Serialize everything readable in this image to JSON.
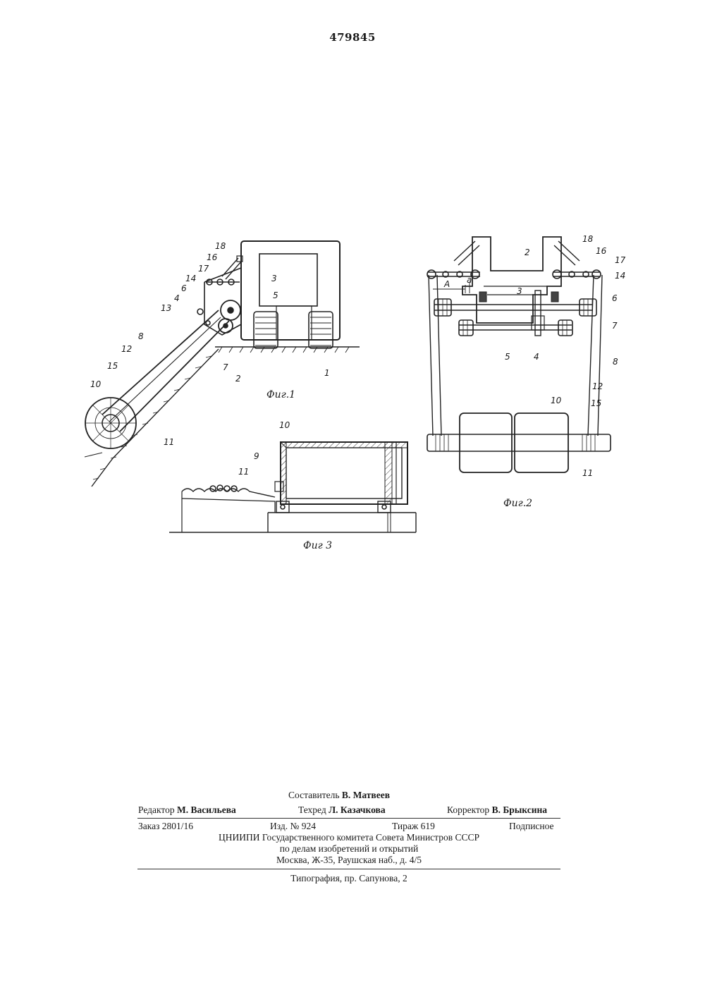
{
  "patent_number": "479845",
  "figures": {
    "fig1": {
      "caption": "Фиг.1",
      "labels": [
        "18",
        "16",
        "17",
        "14",
        "3",
        "6",
        "5",
        "4",
        "13",
        "8",
        "12",
        "15",
        "7",
        "2",
        "1",
        "10",
        "11"
      ]
    },
    "fig2": {
      "caption": "Фиг.2",
      "labels": [
        "2",
        "18",
        "16",
        "17",
        "14",
        "A",
        "a",
        "3",
        "6",
        "7",
        "4",
        "5",
        "8",
        "12",
        "15",
        "10",
        "11"
      ]
    },
    "fig3": {
      "caption": "Фиг 3",
      "labels": [
        "10",
        "9",
        "11"
      ]
    }
  },
  "footer": {
    "compiler_label": "Составитель",
    "compiler_name": "В. Матвеев",
    "editor_label": "Редактор",
    "editor_name": "М. Васильева",
    "techred_label": "Техред",
    "techred_name": "Л. Казачкова",
    "corrector_label": "Корректор",
    "corrector_name": "В. Брыксина",
    "order": "Заказ 2801/16",
    "edition": "Изд. № 924",
    "print_run": "Тираж 619",
    "subscription": "Подписное",
    "institute_line1": "ЦНИИПИ Государственного комитета Совета Министров СССР",
    "institute_line2": "по делам изобретений и открытий",
    "address": "Москва, Ж-35, Раушская наб., д. 4/5",
    "printing_house": "Типография, пр. Сапунова, 2"
  }
}
